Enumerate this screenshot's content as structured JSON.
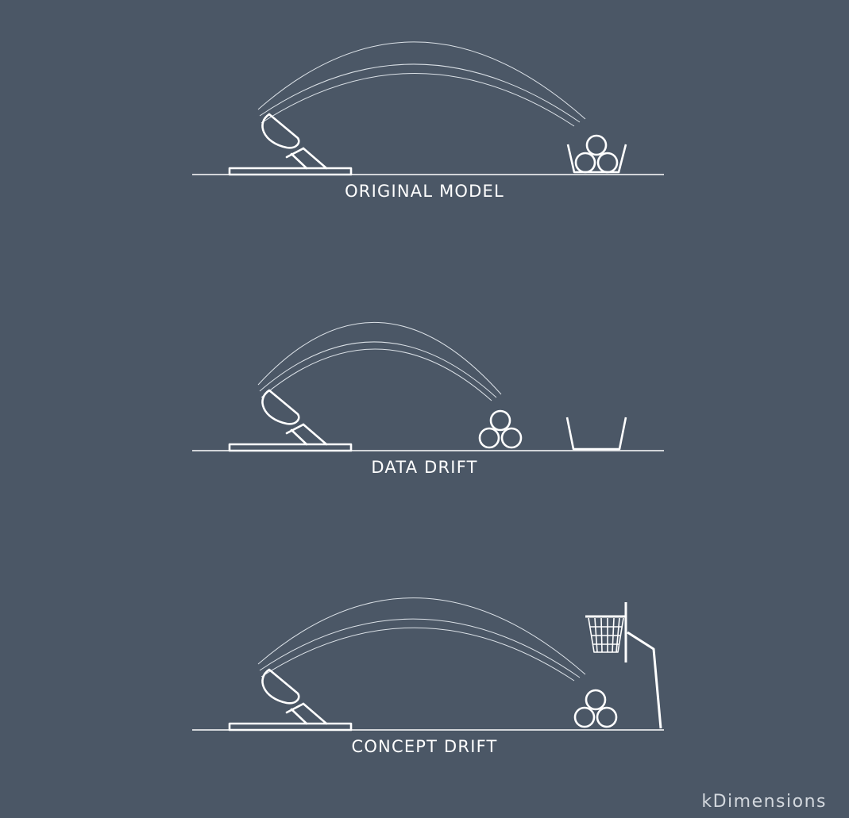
{
  "scenes": [
    {
      "label": "ORIGINAL MODEL",
      "target": "bucket",
      "outcome": "balls land in bucket"
    },
    {
      "label": "DATA DRIFT",
      "target": "bucket",
      "outcome": "balls land short of bucket"
    },
    {
      "label": "CONCEPT DRIFT",
      "target": "basketball hoop",
      "outcome": "balls land below hoop"
    }
  ],
  "brand": "kDimensions",
  "colors": {
    "background": "#4b5766",
    "stroke": "#ffffff",
    "trajectory": "#dbe1e7"
  }
}
